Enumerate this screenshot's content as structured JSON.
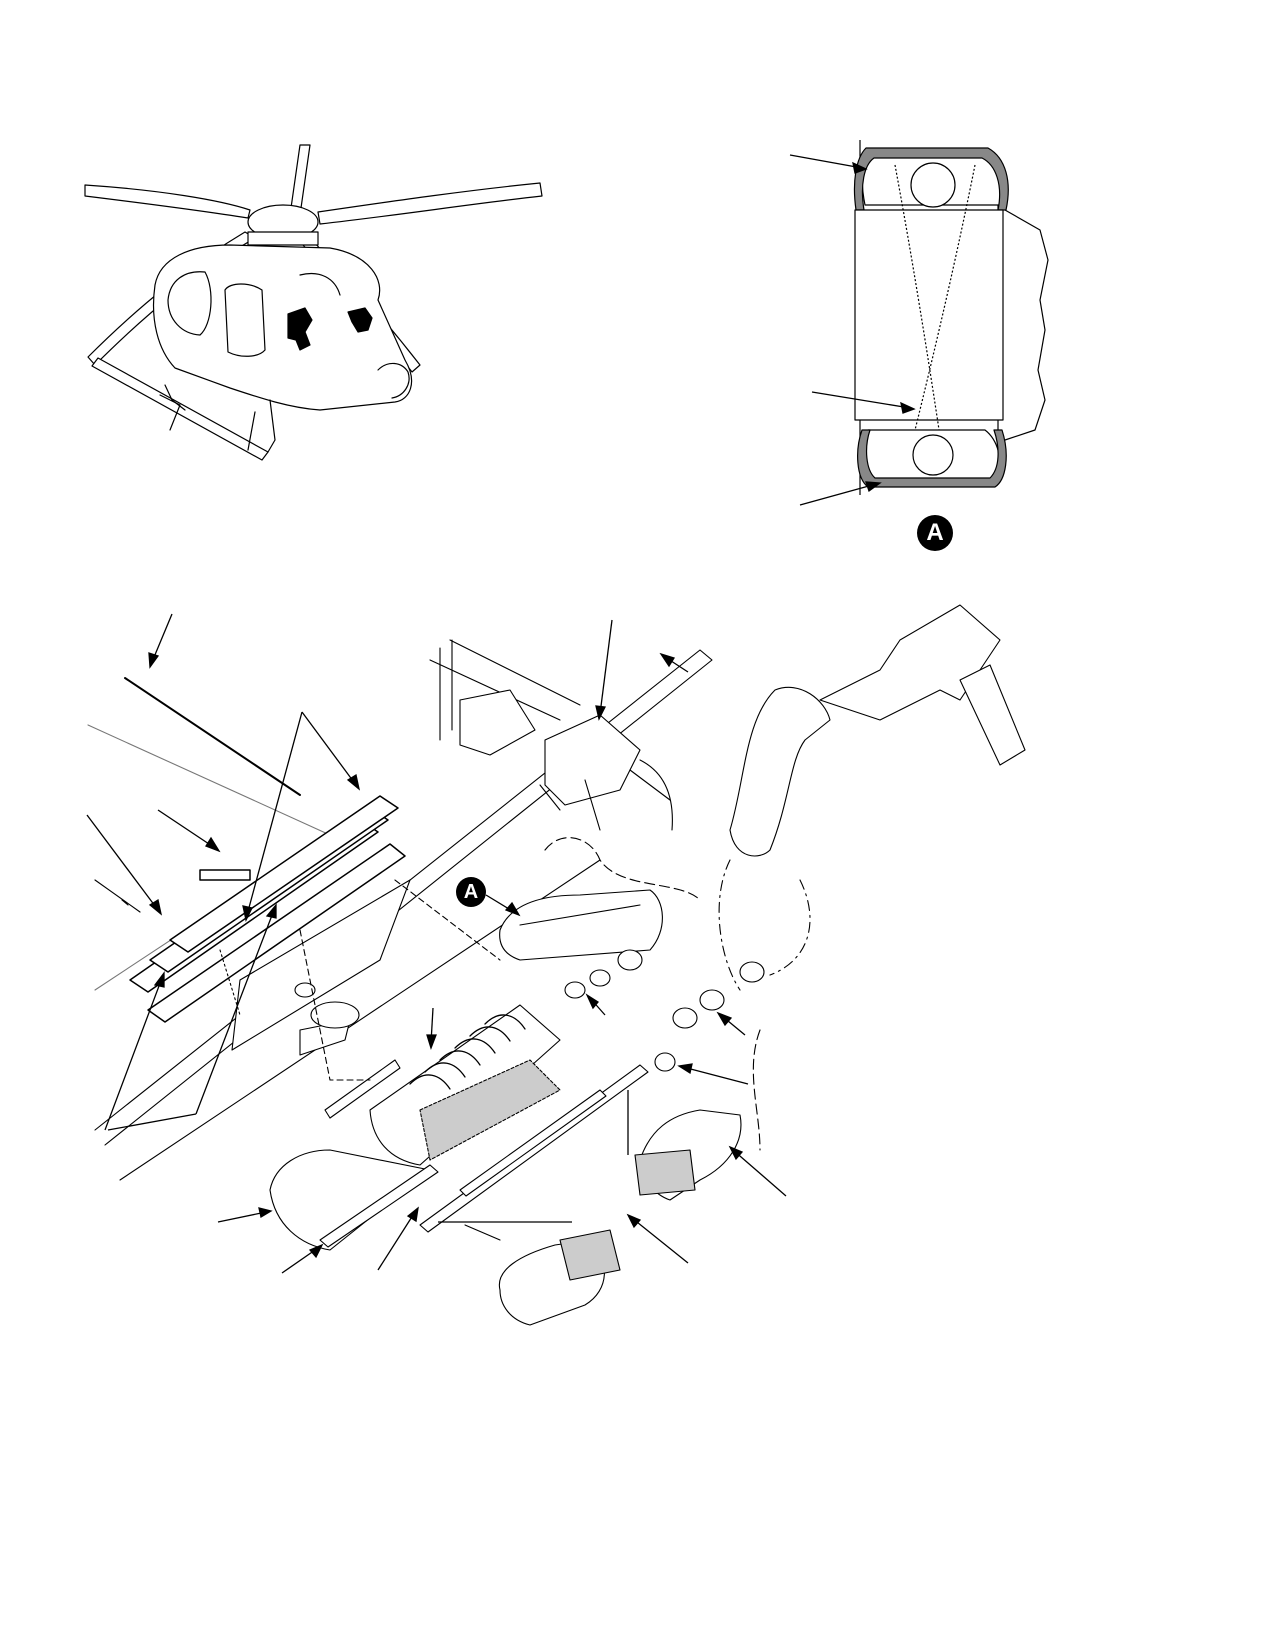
{
  "figure": {
    "views": [
      {
        "id": "helicopter-overview",
        "description_label": ""
      },
      {
        "id": "detail-a",
        "label": "A"
      },
      {
        "id": "exploded-assembly",
        "callout": "A"
      }
    ]
  },
  "detail_view": {
    "letter": "A"
  },
  "exploded_view": {
    "callout_letter": "A"
  },
  "colors": {
    "ink": "#000000",
    "fill": "#ffffff",
    "shade": "#cfcfcf",
    "dark": "#111111"
  }
}
